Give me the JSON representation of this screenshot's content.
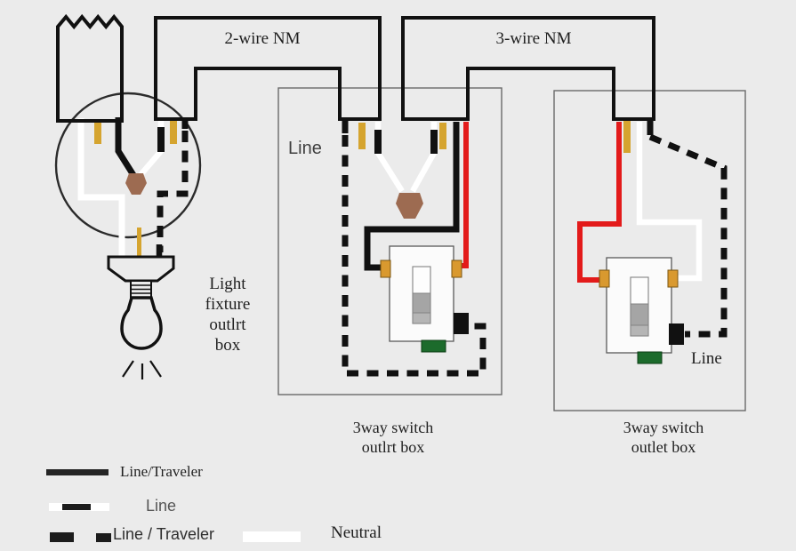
{
  "labels": {
    "cable_top_left": "2-wire NM",
    "cable_top_right": "3-wire NM",
    "box1_line": "Line",
    "box2_line": "Line",
    "fixture_box_lines": [
      "Light",
      "fixture",
      "outlrt",
      "box"
    ],
    "box1_caption_lines": [
      "3way switch",
      "outlrt box"
    ],
    "box2_caption_lines": [
      "3way switch",
      "outlet box"
    ]
  },
  "legend": {
    "items": [
      {
        "label": "Line/Traveler",
        "swatch": "black-solid-bar"
      },
      {
        "label": "Line",
        "swatch": "white-bar-black-center"
      },
      {
        "label": "Line / Traveler",
        "swatch": "black-dashed-bar"
      },
      {
        "label": "Neutral",
        "swatch": "white-solid-bar"
      }
    ]
  },
  "colors": {
    "bg": "#ebebeb",
    "wire_black": "#111111",
    "wire_white": "#ffffff",
    "wire_red": "#e31b1b",
    "clamp_yellow": "#d5a42f",
    "terminal_orange": "#d9992f",
    "ground_green": "#1c6b2c",
    "wirenut_brown": "#9d6b51",
    "switch_fill": "#fbfbfb",
    "toggle_gray": "#a5a5a5",
    "toggle_gray_light": "#b5b5b5",
    "box_outline": "#696969",
    "circle_outline": "#2b2b2b"
  }
}
